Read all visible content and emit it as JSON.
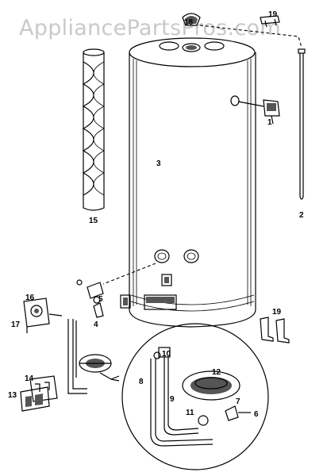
{
  "watermark": "AppliancePartsPros.com",
  "callouts": {
    "c1": "1",
    "c2": "2",
    "c3": "3",
    "c4": "4",
    "c5": "5",
    "c6": "6",
    "c7": "7",
    "c8": "8",
    "c9": "9",
    "c10": "10",
    "c11": "11",
    "c12": "12",
    "c13": "13",
    "c14": "14",
    "c15": "15",
    "c16": "16",
    "c17": "17",
    "c18": "18",
    "c19_top": "19",
    "c19_bottom": "19"
  }
}
